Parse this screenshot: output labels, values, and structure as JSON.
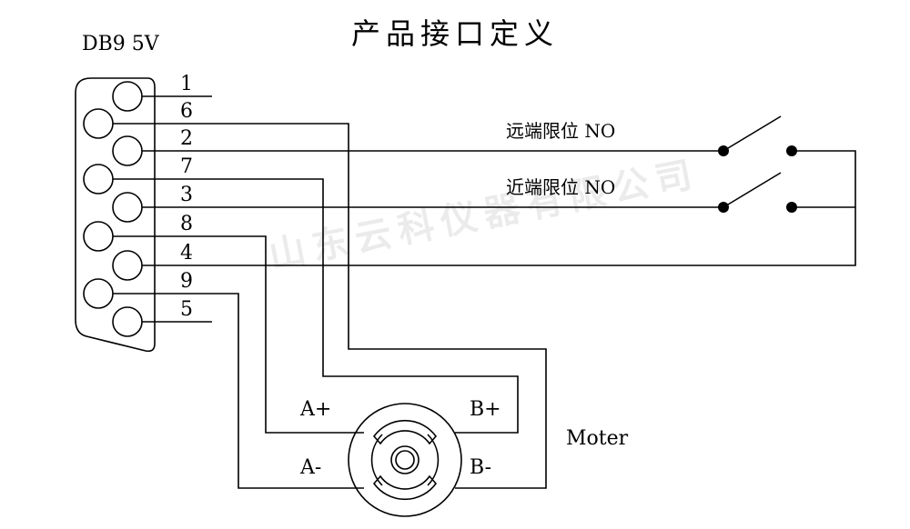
{
  "title": "产品接口定义",
  "connector_label": "DB9 5V",
  "pins": {
    "p1": "1",
    "p6": "6",
    "p2": "2",
    "p7": "7",
    "p3": "3",
    "p8": "8",
    "p4": "4",
    "p9": "9",
    "p5": "5"
  },
  "switches": {
    "far": "远端限位 NO",
    "near": "近端限位 NO"
  },
  "motor": {
    "label": "Moter",
    "a_plus": "A+",
    "a_minus": "A-",
    "b_plus": "B+",
    "b_minus": "B-"
  },
  "watermark": "山东云科仪器有限公司",
  "colors": {
    "line": "#000000",
    "watermark": "#d9d9d9"
  }
}
